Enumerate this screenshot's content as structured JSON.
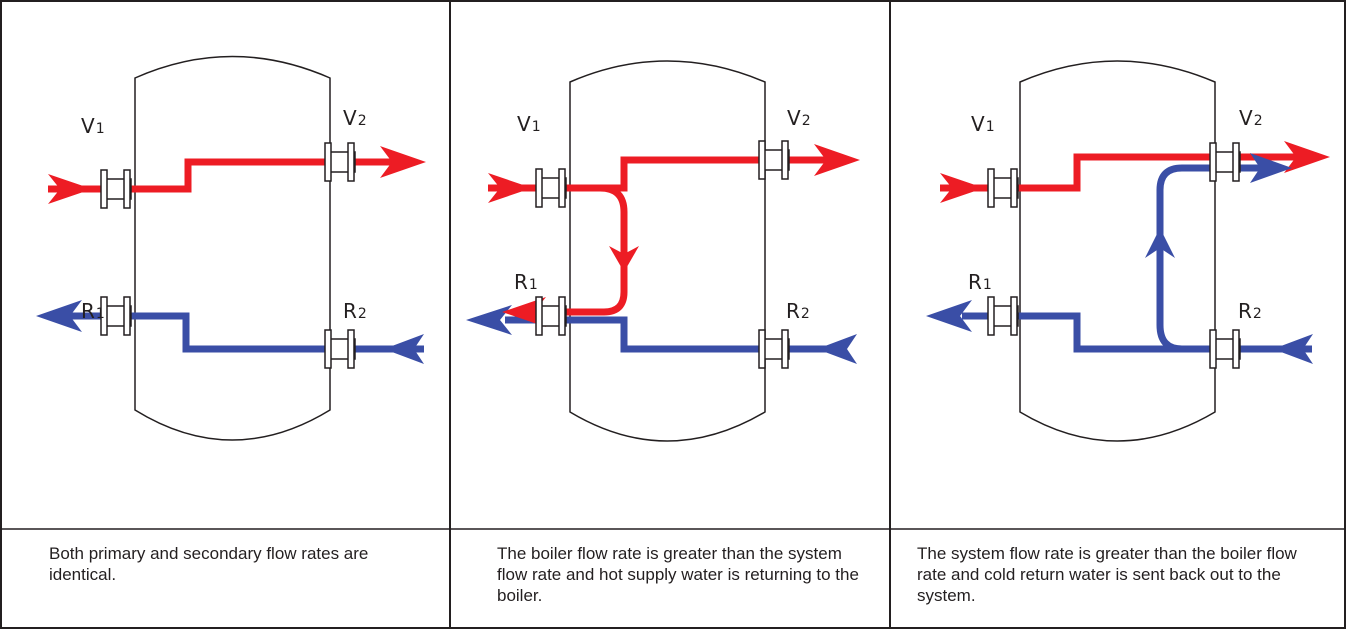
{
  "panels": [
    {
      "labels": {
        "v1": "V",
        "v1_sub": "1",
        "v2": "V",
        "v2_sub": "2",
        "r1": "R",
        "r1_sub": "1",
        "r2": "R",
        "r2_sub": "2"
      },
      "caption": "Both primary and secondary flow rates are identical."
    },
    {
      "labels": {
        "v1": "V",
        "v1_sub": "1",
        "v2": "V",
        "v2_sub": "2",
        "r1": "R",
        "r1_sub": "1",
        "r2": "R",
        "r2_sub": "2"
      },
      "caption": "The boiler flow rate is greater than the system flow rate and hot supply water is returning to the boiler."
    },
    {
      "labels": {
        "v1": "V",
        "v1_sub": "1",
        "v2": "V",
        "v2_sub": "2",
        "r1": "R",
        "r1_sub": "1",
        "r2": "R",
        "r2_sub": "2"
      },
      "caption": "The system flow rate is greater than the boiler flow rate and cold return water is sent back out to the system."
    }
  ],
  "colors": {
    "supply": "#ed1c24",
    "return": "#3a4ea6",
    "outline": "#231f20"
  }
}
